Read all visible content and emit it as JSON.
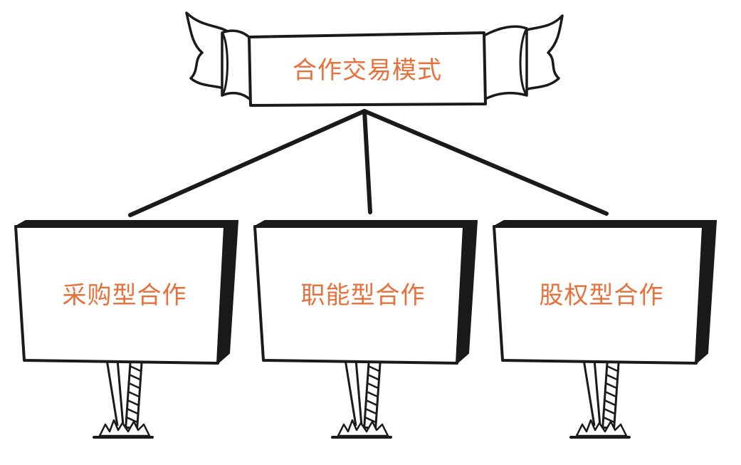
{
  "title": "合作交易模式",
  "branches": [
    {
      "label": "采购型合作"
    },
    {
      "label": "职能型合作"
    },
    {
      "label": "股权型合作"
    }
  ],
  "colors": {
    "text": "#e8703a",
    "ink": "#1a1a1a",
    "paper": "#ffffff"
  }
}
